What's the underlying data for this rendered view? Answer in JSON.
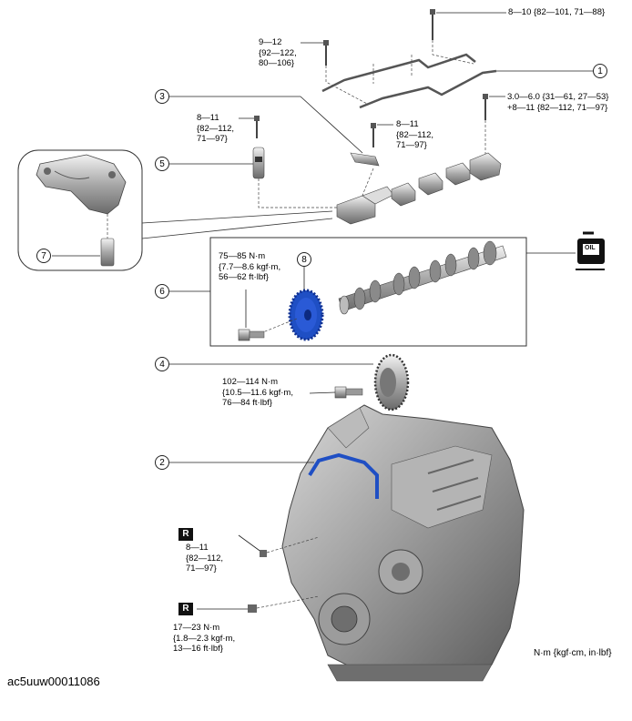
{
  "callouts": [
    "1",
    "2",
    "3",
    "4",
    "5",
    "6",
    "7",
    "8"
  ],
  "torque_labels": {
    "cover_bolt_top": "8—10 {82—101, 71—88}",
    "cover_bolt_left": "9—12\n{92—122,\n80—106}",
    "plug_bolts": "3.0—6.0 {31—61, 27—53}\n+8—11 {82—112, 71—97}",
    "solenoid_bolt": "8—11\n{82—112,\n71—97}",
    "sensor_bolt": "8—11\n{82—112,\n71—97}",
    "sprocket_bolt": "75—85 N·m\n{7.7—8.6 kgf·m,\n56—62 ft·lbf}",
    "actuator_bolt": "102—114 N·m\n{10.5—11.6 kgf·m,\n76—84 ft·lbf}",
    "lower_bolt_1": "8—11\n{82—112,\n71—97}",
    "lower_bolt_2": "17—23 N·m\n{1.8—2.3 kgf·m,\n13—16 ft·lbf}"
  },
  "replace_mark": "R",
  "oil_icon_text": "OIL",
  "units_note": "N·m {kgf·cm, in·lbf}",
  "figure_id": "ac5uuw00011086",
  "colors": {
    "highlight_blue": "#1f4fc4",
    "line": "#222222",
    "engine_gray": "#8c8c8c"
  }
}
